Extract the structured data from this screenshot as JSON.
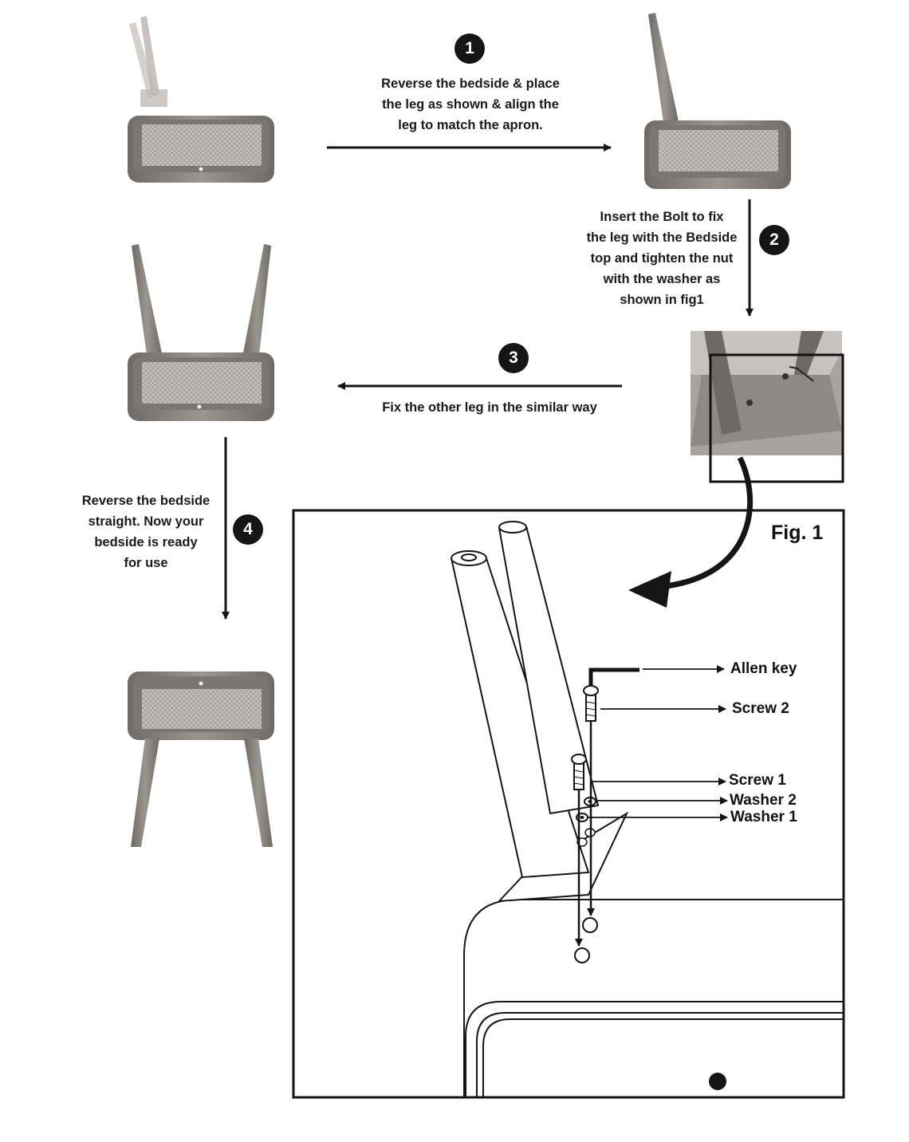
{
  "steps": [
    {
      "number": "1",
      "text": "Reverse the bedside & place\nthe leg as shown & align the\nleg to match the apron."
    },
    {
      "number": "2",
      "text": "Insert the Bolt to fix\nthe leg with the Bedside\ntop and tighten the nut\nwith the washer as\nshown in fig1"
    },
    {
      "number": "3",
      "text": "Fix the other leg in the similar way"
    },
    {
      "number": "4",
      "text": "Reverse the bedside\nstraight. Now your\nbedside is ready\nfor use"
    }
  ],
  "figure": {
    "title": "Fig. 1",
    "parts": [
      "Allen key",
      "Screw 2",
      "Screw 1",
      "Washer 2",
      "Washer 1"
    ]
  },
  "colors": {
    "wood": "#8a8580",
    "wood_dark": "#5e5a56",
    "cane": "#b9b5b0",
    "ink": "#151515"
  }
}
